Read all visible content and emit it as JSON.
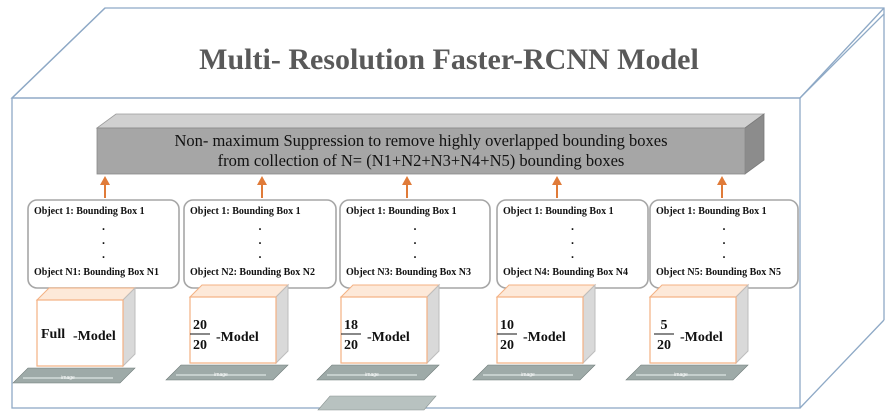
{
  "title": "Multi- Resolution Faster-RCNN Model",
  "nms": {
    "line1": "Non- maximum Suppression to remove highly overlapped bounding boxes",
    "line2": "from collection of  N= (N1+N2+N3+N4+N5) bounding boxes"
  },
  "columns": [
    {
      "first": "Object 1: Bounding Box 1",
      "last": "Object N1: Bounding Box N1",
      "model_prefix": "Full",
      "model_suffix": "-Model",
      "num": "",
      "den": "",
      "image_label": "image"
    },
    {
      "first": "Object 1: Bounding Box 1",
      "last": "Object N2: Bounding Box N2",
      "model_prefix": "",
      "model_suffix": "-Model",
      "num": "20",
      "den": "20",
      "image_label": "image"
    },
    {
      "first": "Object 1: Bounding Box 1",
      "last": "Object N3: Bounding Box N3",
      "model_prefix": "",
      "model_suffix": "-Model",
      "num": "18",
      "den": "20",
      "image_label": "image"
    },
    {
      "first": "Object 1: Bounding Box 1",
      "last": "Object N4: Bounding Box N4",
      "model_prefix": "",
      "model_suffix": "-Model",
      "num": "10",
      "den": "20",
      "image_label": "image"
    },
    {
      "first": "Object 1: Bounding Box 1",
      "last": "Object N5: Bounding Box N5",
      "model_prefix": "",
      "model_suffix": "-Model",
      "num": "5",
      "den": "20",
      "image_label": "image"
    }
  ],
  "ellipsis_dot": ".",
  "colors": {
    "arrow_orange": "#e07b39",
    "arrow_yellow": "#f5c518",
    "box_orange_border": "#f4b183",
    "nms_front": "#a6a6a6",
    "nms_top": "#d0d0d0",
    "nms_side": "#8c8c8c",
    "list_border": "#a6a6a6",
    "frame_line": "#8ea9c6"
  }
}
